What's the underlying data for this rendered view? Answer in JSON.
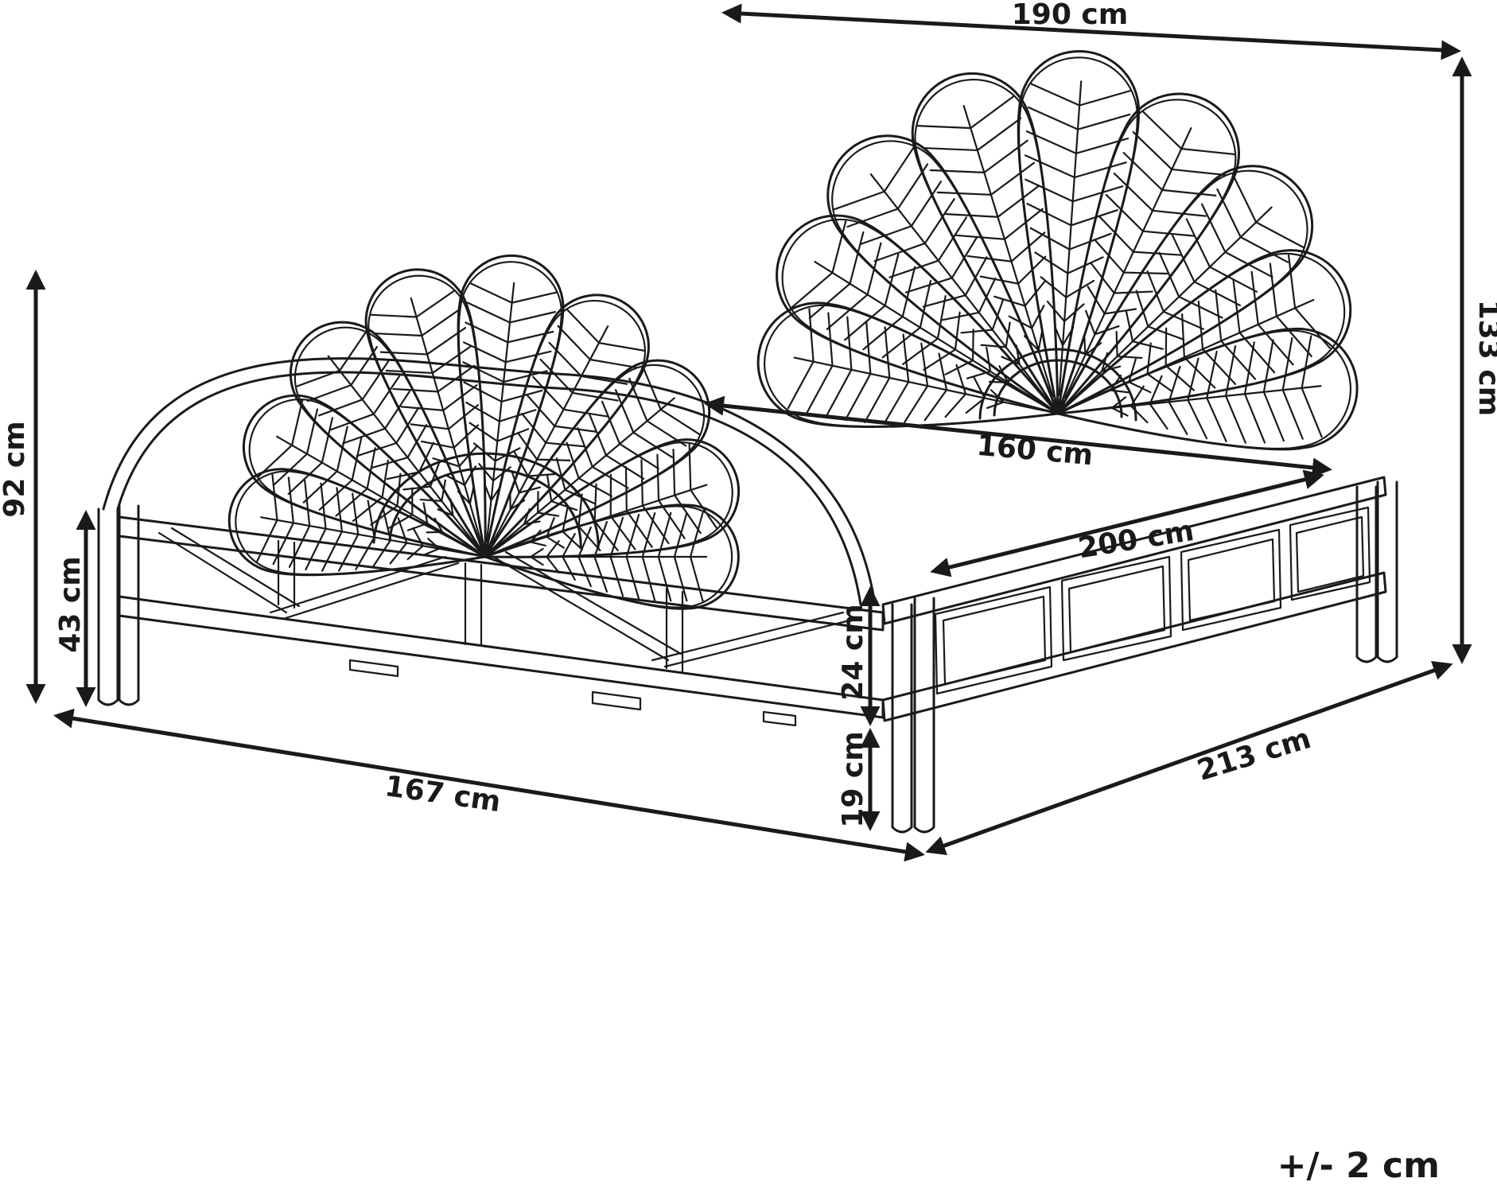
{
  "dimensions": {
    "headboard_width": "190 cm",
    "headboard_height": "133 cm",
    "inner_width": "160 cm",
    "inner_length": "200 cm",
    "footboard_height": "92 cm",
    "frame_height": "43 cm",
    "rail_height": "24 cm",
    "leg_height": "19 cm",
    "overall_width": "167 cm",
    "overall_length": "213 cm"
  },
  "tolerance": "+/- 2 cm",
  "colors": {
    "ink": "#1a1a1a",
    "background": "#ffffff"
  }
}
